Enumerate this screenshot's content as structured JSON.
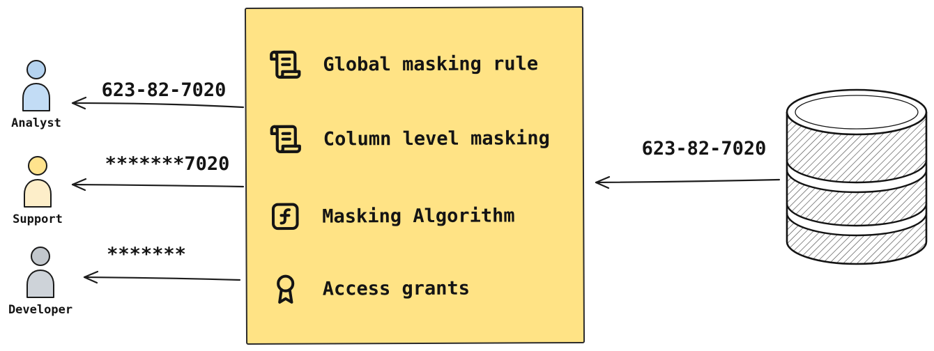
{
  "canvas": {
    "bg": "#ffffff"
  },
  "box": {
    "fill": "#ffe385",
    "items": [
      {
        "icon": "scroll-icon",
        "label": "Global masking rule"
      },
      {
        "icon": "scroll-icon",
        "label": "Column level masking"
      },
      {
        "icon": "function-square-icon",
        "label": "Masking Algorithm"
      },
      {
        "icon": "award-icon",
        "label": "Access grants"
      }
    ]
  },
  "personas": [
    {
      "name": "Analyst",
      "received_value": "623-82-7020",
      "head_color": "#b5d3f0",
      "body_color": "#c2dcf5"
    },
    {
      "name": "Support",
      "received_value": "*******7020",
      "head_color": "#ffe38d",
      "body_color": "#fdeec9"
    },
    {
      "name": "Developer",
      "received_value": "*******",
      "head_color": "#c2c7cc",
      "body_color": "#ced3d9"
    }
  ],
  "database": {
    "outgoing_value": "623-82-7020"
  }
}
